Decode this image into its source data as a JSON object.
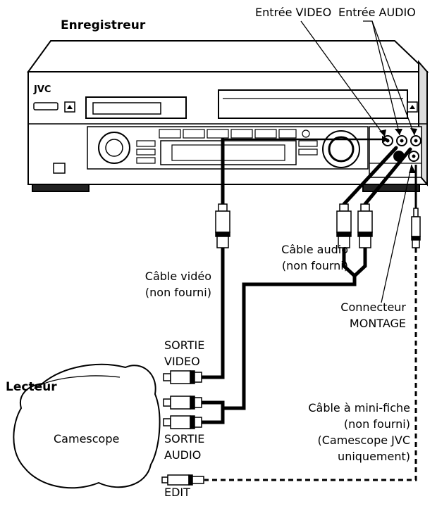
{
  "recorder": {
    "title": "Enregistreur",
    "brand": "JVC",
    "video_in_label": "Entrée VIDEO",
    "audio_in_label": "Entrée AUDIO"
  },
  "cables": {
    "video_cable_l1": "Câble vidéo",
    "video_cable_l2": "(non fourni)",
    "audio_cable_l1": "Câble audio",
    "audio_cable_l2": "(non fourni)",
    "edit_connector_l1": "Connecteur",
    "edit_connector_l2": "MONTAGE",
    "mini_plug_l1": "Câble à mini-fiche",
    "mini_plug_l2": "(non fourni)",
    "mini_plug_l3": "(Camescope JVC",
    "mini_plug_l4": "uniquement)"
  },
  "player": {
    "title": "Lecteur",
    "device": "Camescope",
    "video_out_l1": "SORTIE",
    "video_out_l2": "VIDEO",
    "audio_out_l1": "SORTIE",
    "audio_out_l2": "AUDIO",
    "edit_label": "EDIT"
  }
}
